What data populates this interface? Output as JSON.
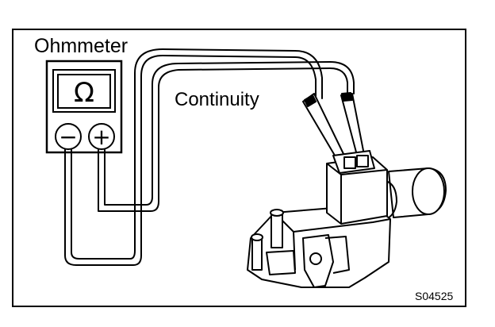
{
  "figure": {
    "meter_title": "Ohmmeter",
    "continuity_label": "Continuity",
    "figure_code": "S04525"
  },
  "meter": {
    "display_symbol": "Ω",
    "negative_terminal_symbol": "−",
    "positive_terminal_symbol": "+"
  }
}
